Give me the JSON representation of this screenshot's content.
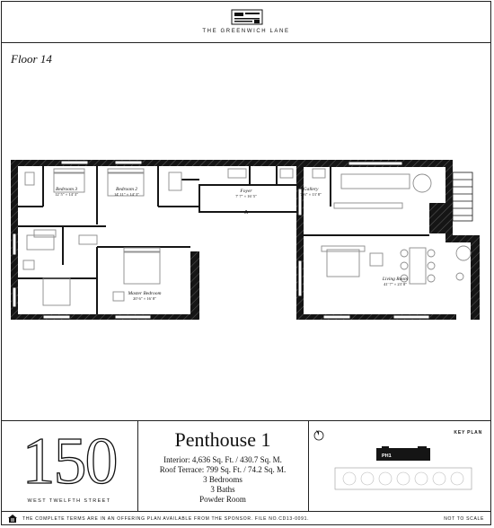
{
  "header": {
    "brand": "THE GREENWICH LANE"
  },
  "floor": {
    "label": "Floor 14"
  },
  "rooms": {
    "bedroom3": {
      "name": "Bedroom 3",
      "dims": "12' 5\" × 14' 3\""
    },
    "bedroom2": {
      "name": "Bedroom 2",
      "dims": "14' 11\" × 14' 3\""
    },
    "foyer": {
      "name": "Foyer",
      "dims": "7' 7\" × 16' 5\""
    },
    "gallery": {
      "name": "Gallery",
      "dims": "7' 6\" × 13' 8\""
    },
    "master": {
      "name": "Master Bedroom",
      "dims": "20' 6\" × 16' 8\""
    },
    "living": {
      "name": "Living Room",
      "dims": "41' 7\" × 23' 8\""
    },
    "entry_marker": "A"
  },
  "building": {
    "number": "150",
    "street": "WEST TWELFTH STREET"
  },
  "unit": {
    "title": "Penthouse 1",
    "interior": "Interior: 4,636 Sq. Ft. / 430.7 Sq. M.",
    "terrace": "Roof Terrace: 799 Sq. Ft. / 74.2 Sq. M.",
    "bedrooms": "3 Bedrooms",
    "baths": "3 Baths",
    "powder": "Powder Room"
  },
  "key_plan": {
    "label": "KEY PLAN",
    "unit_code": "PH1"
  },
  "footer": {
    "disclaimer": "THE COMPLETE TERMS ARE IN AN OFFERING PLAN AVAILABLE FROM THE SPONSOR. FILE NO.CD13-0091.",
    "scale_note": "NOT TO SCALE"
  },
  "colors": {
    "ink": "#111111",
    "wall": "#151515",
    "furniture": "#8a8a8a",
    "paper": "#ffffff"
  }
}
